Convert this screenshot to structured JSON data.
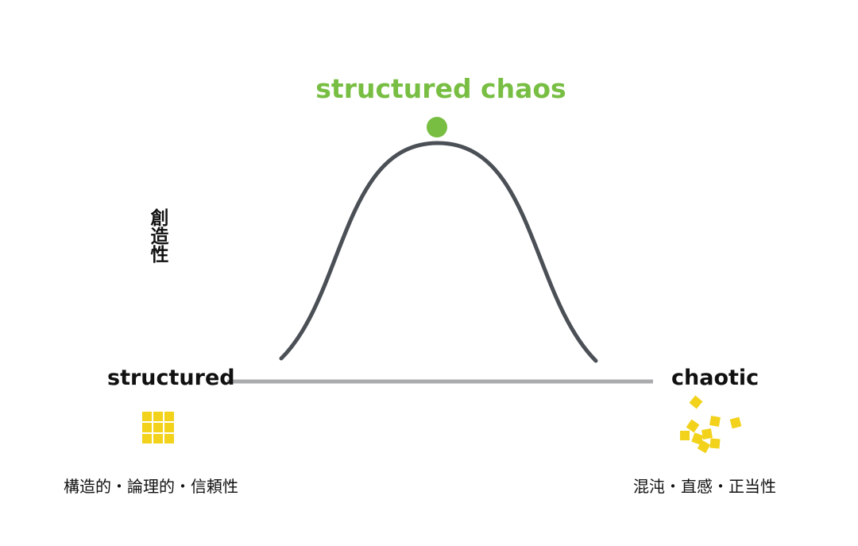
{
  "peak_label": "structured chaos",
  "y_axis_label": "創造性",
  "left_end": {
    "label": "structured",
    "description": "構造的・論理的・信頼性",
    "icon": "grid-blocks-icon"
  },
  "right_end": {
    "label": "chaotic",
    "description": "混沌・直感・正当性",
    "icon": "scattered-blocks-icon"
  },
  "colors": {
    "accent_green": "#78be43",
    "curve": "#4b4f56",
    "axis": "#a9abad",
    "blocks": "#f2d21b"
  }
}
